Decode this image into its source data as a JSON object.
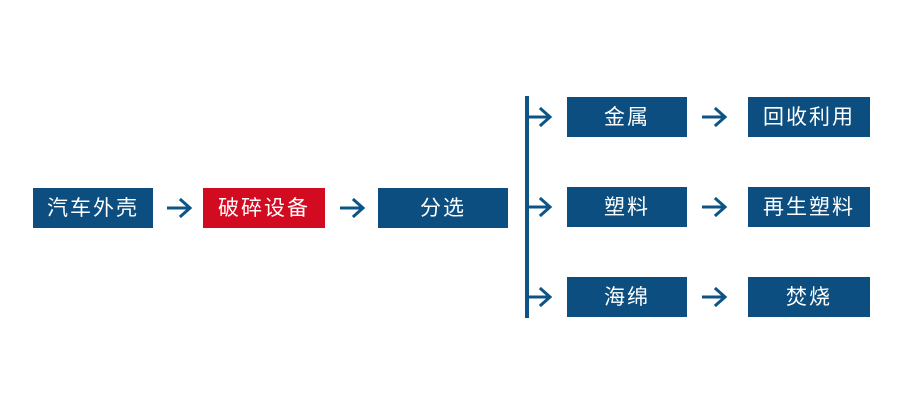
{
  "diagram": {
    "title": "",
    "colors": {
      "box_blue": "#0c4e80",
      "box_red": "#d30b21",
      "arrow_blue": "#0c5486",
      "text": "#ffffff",
      "background": "#ffffff"
    },
    "main_chain": [
      {
        "label": "汽车外壳",
        "style": "blue"
      },
      {
        "label": "破碎设备",
        "style": "red"
      },
      {
        "label": "分选",
        "style": "blue"
      }
    ],
    "branches": [
      {
        "material": "金属",
        "outcome": "回收利用"
      },
      {
        "material": "塑料",
        "outcome": "再生塑料"
      },
      {
        "material": "海绵",
        "outcome": "焚烧"
      }
    ],
    "arrow_icon": "arrow-right-icon",
    "branch_icon": "branch-arrow-right-icon"
  }
}
